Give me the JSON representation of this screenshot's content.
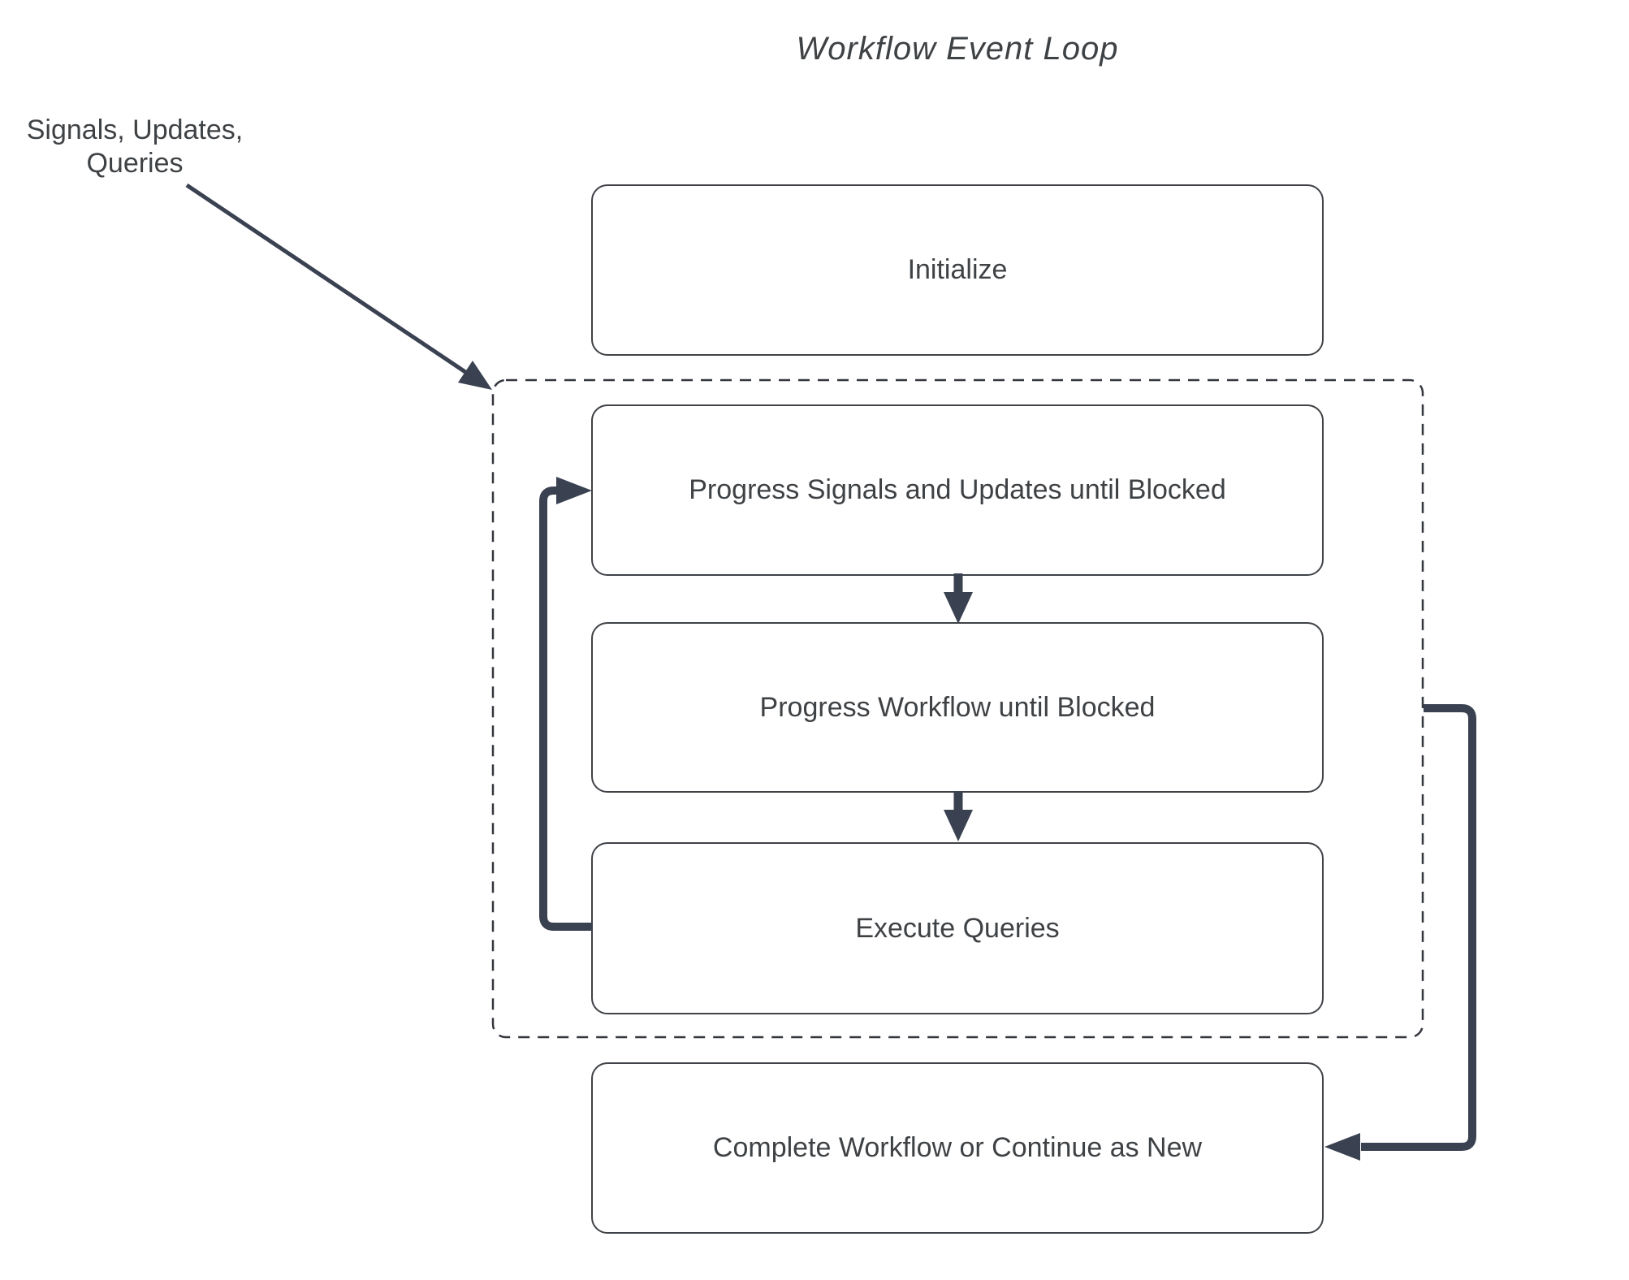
{
  "title": "Workflow Event Loop",
  "external_label": {
    "line1": "Signals, Updates,",
    "line2": "Queries"
  },
  "nodes": {
    "initialize": "Initialize",
    "progress_signals": "Progress Signals and Updates until Blocked",
    "progress_workflow": "Progress Workflow until Blocked",
    "execute_queries": "Execute Queries",
    "complete": "Complete Workflow or Continue as New"
  },
  "groups": {
    "event_loop": {
      "contains": [
        "progress_signals",
        "progress_workflow",
        "execute_queries"
      ],
      "style": "dashed"
    }
  },
  "edges": [
    {
      "from": "external_label",
      "to": "event_loop",
      "style": "thin-arrow"
    },
    {
      "from": "progress_signals",
      "to": "progress_workflow",
      "style": "arrow"
    },
    {
      "from": "progress_workflow",
      "to": "execute_queries",
      "style": "arrow"
    },
    {
      "from": "execute_queries",
      "to": "progress_signals",
      "style": "thick-elbow-arrow"
    },
    {
      "from": "event_loop",
      "to": "complete",
      "style": "thick-elbow-arrow"
    }
  ],
  "colors": {
    "arrow": "#3a4150",
    "box_border": "#3f4246",
    "dashed_border": "#33373d",
    "text": "#3f4245",
    "background": "#ffffff"
  }
}
